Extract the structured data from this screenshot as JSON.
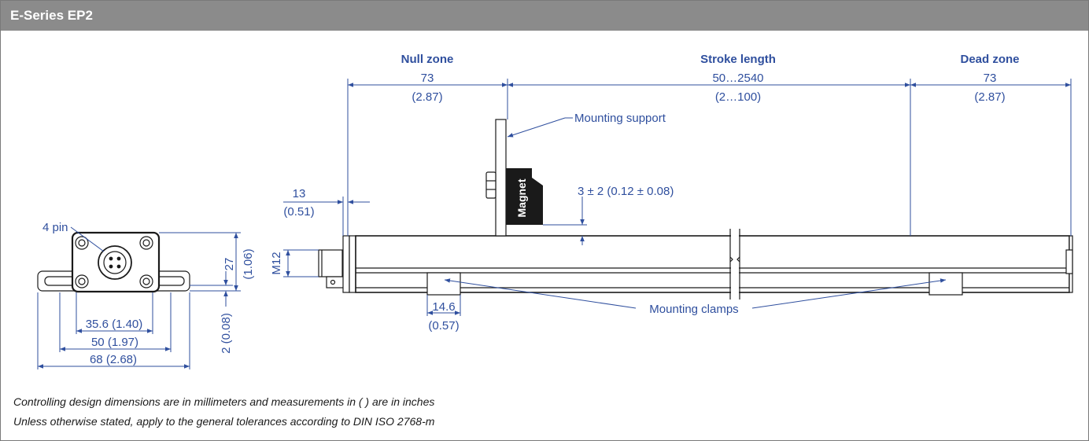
{
  "header": {
    "title": "E-Series EP2"
  },
  "colors": {
    "dimension": "#2f4f9e",
    "header_bg": "#8b8b8b",
    "outline": "#1a1a1a"
  },
  "labels": {
    "null_zone": "Null zone",
    "stroke_length": "Stroke length",
    "dead_zone": "Dead zone",
    "mounting_support": "Mounting support",
    "magnet": "Magnet",
    "mounting_clamps": "Mounting clamps",
    "pin": "4 pin",
    "m12": "M12"
  },
  "dimensions": {
    "null_zone_mm": "73",
    "null_zone_in": "(2.87)",
    "stroke_mm": "50…2540",
    "stroke_in": "(2…100)",
    "dead_zone_mm": "73",
    "dead_zone_in": "(2.87)",
    "offset_mm": "13",
    "offset_in": "(0.51)",
    "gap": "3 ± 2 (0.12 ± 0.08)",
    "clamp_mm": "14.6",
    "clamp_in": "(0.57)",
    "height": "27",
    "height_in": "(1.06)",
    "flange": "2 (0.08)",
    "w1": "35.6 (1.40)",
    "w2": "50 (1.97)",
    "w3": "68 (2.68)"
  },
  "notes": [
    "Controlling design dimensions are in millimeters and measurements in ( ) are in inches",
    "Unless otherwise stated, apply to the general tolerances according to DIN ISO 2768-m"
  ]
}
